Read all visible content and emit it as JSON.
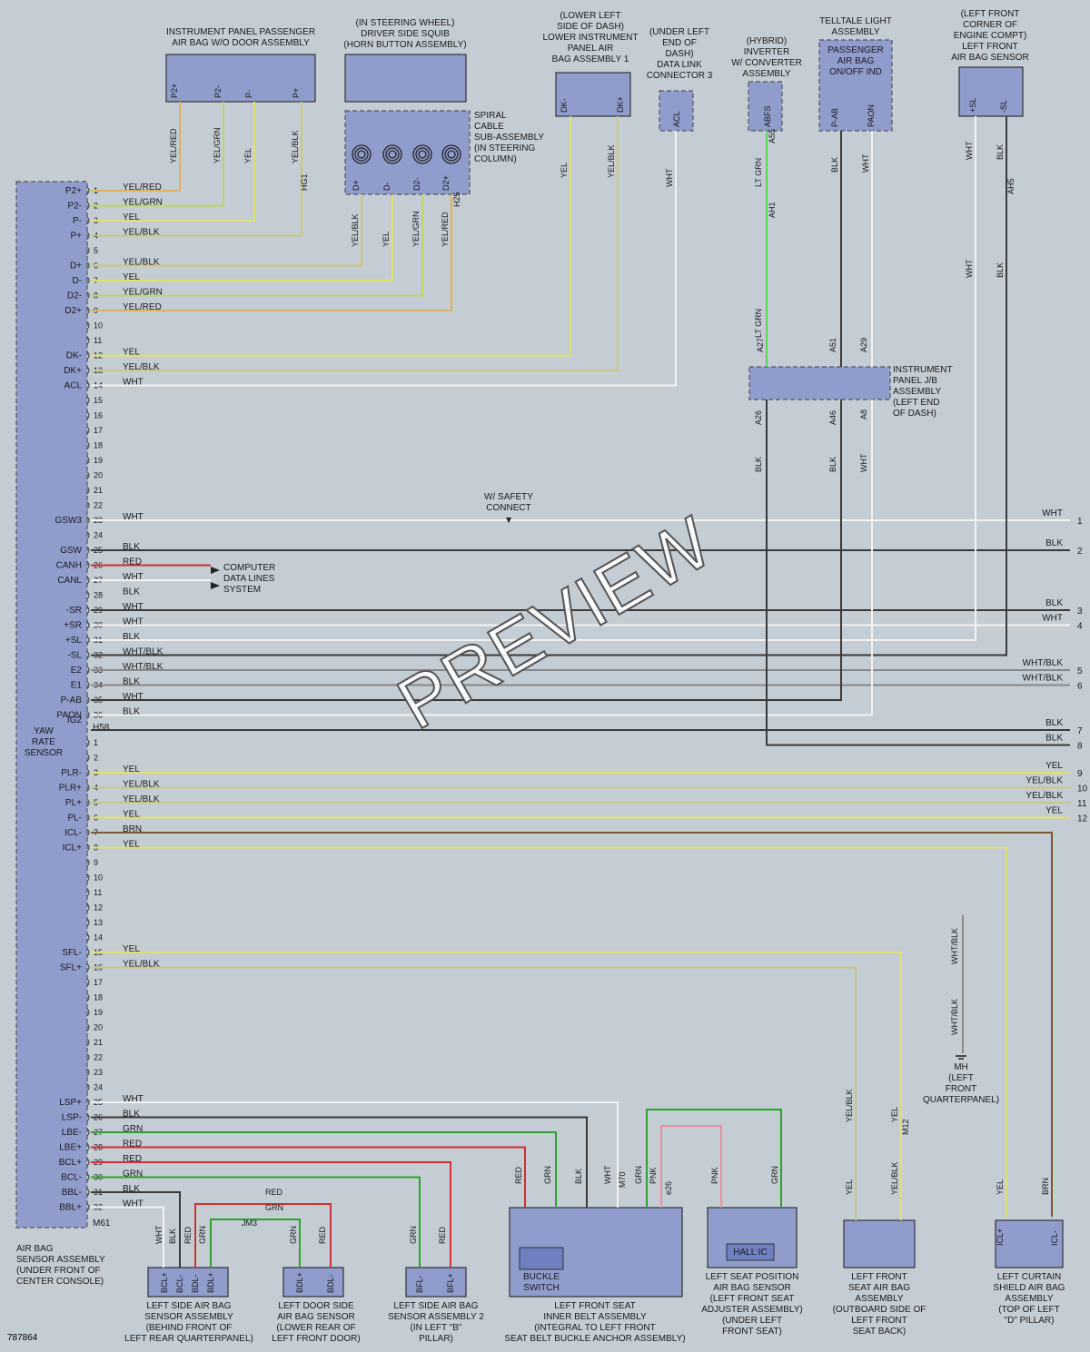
{
  "figure_id": "787864",
  "watermark": "PREVIEW",
  "colors": {
    "YEL": "#e0e070",
    "YEL/RED": "#e0b060",
    "YEL/GRN": "#b8d860",
    "YEL/BLK": "#c8c880",
    "WHT": "#f2f2f2",
    "BLK": "#3a3a3a",
    "RED": "#d03030",
    "GRN": "#30a030",
    "LT GRN": "#60d060",
    "BRN": "#7a5a30",
    "PNK": "#e890a0",
    "WHT/BLK": "#888888"
  },
  "components": {
    "passenger_door": "INSTRUMENT PANEL PASSENGER\nAIR BAG W/O DOOR ASSEMBLY",
    "steering_wheel": "(IN STEERING WHEEL)\nDRIVER SIDE SQUIB\n(HORN BUTTON ASSEMBLY)",
    "spiral": "SPIRAL\nCABLE\nSUB-ASSEMBLY\n(IN STEERING\nCOLUMN)",
    "lower_panel": "(LOWER LEFT\nSIDE OF DASH)\nLOWER INSTRUMENT\nPANEL AIR\nBAG ASSEMBLY 1",
    "dlc": "(UNDER LEFT\nEND OF\nDASH)\nDATA LINK\nCONNECTOR 3",
    "inverter": "(HYBRID)\nINVERTER\nW/ CONVERTER\nASSEMBLY",
    "telltale": "TELLTALE LIGHT\nASSEMBLY",
    "telltale_inner": "PASSENGER\nAIR BAG\nON/OFF IND",
    "front_sensor": "(LEFT FRONT\nCORNER OF\nENGINE COMPT)\nLEFT FRONT\nAIR BAG SENSOR",
    "jb": "INSTRUMENT\nPANEL J/B\nASSEMBLY\n(LEFT END\nOF DASH)",
    "airbag_sensor": "AIR BAG\nSENSOR ASSEMBLY\n(UNDER FRONT OF\nCENTER CONSOLE)",
    "yaw": "YAW\nRATE\nSENSOR",
    "safety_connect": "W/ SAFETY\nCONNECT",
    "computer": "COMPUTER\nDATA LINES\nSYSTEM",
    "ground": "MH\n(LEFT\nFRONT\nQUARTERPANEL)",
    "side_rear": "LEFT SIDE AIR BAG\nSENSOR ASSEMBLY\n(BEHIND FRONT OF\nLEFT REAR QUARTERPANEL)",
    "door_sensor": "LEFT DOOR SIDE\nAIR BAG SENSOR\n(LOWER REAR OF\nLEFT FRONT DOOR)",
    "side2": "LEFT SIDE AIR BAG\nSENSOR ASSEMBLY 2\n(IN LEFT \"B\"\nPILLAR)",
    "belt": "LEFT FRONT SEAT\nINNER BELT ASSEMBLY\n(INTEGRAL TO LEFT FRONT\nSEAT BELT BUCKLE ANCHOR ASSEMBLY)",
    "buckle": "BUCKLE\nSWITCH",
    "seat_pos": "LEFT SEAT POSITION\nAIR BAG SENSOR\n(LEFT FRONT SEAT\nADJUSTER ASSEMBLY)\n(UNDER LEFT\nFRONT SEAT)",
    "hall": "HALL IC",
    "seat_airbag": "LEFT FRONT\nSEAT AIR BAG\nASSEMBLY\n(OUTBOARD SIDE OF\nLEFT FRONT\nSEAT BACK)",
    "curtain": "LEFT CURTAIN\nSHIELD AIR BAG\nASSEMBLY\n(TOP OF LEFT\n\"D\" PILLAR)"
  },
  "connector_ids": [
    "H58",
    "M61",
    "HG1",
    "H25",
    "A55",
    "AH1",
    "AH5",
    "M70",
    "e26",
    "M12",
    "JM3",
    "A27",
    "A51",
    "A29",
    "A26",
    "A46",
    "A8"
  ],
  "block1_rows": [
    {
      "pin": "1",
      "sig": "P2+",
      "wire": "YEL/RED"
    },
    {
      "pin": "2",
      "sig": "P2-",
      "wire": "YEL/GRN"
    },
    {
      "pin": "3",
      "sig": "P-",
      "wire": "YEL"
    },
    {
      "pin": "4",
      "sig": "P+",
      "wire": "YEL/BLK"
    },
    {
      "pin": "5",
      "sig": "",
      "wire": ""
    },
    {
      "pin": "6",
      "sig": "D+",
      "wire": "YEL/BLK"
    },
    {
      "pin": "7",
      "sig": "D-",
      "wire": "YEL"
    },
    {
      "pin": "8",
      "sig": "D2-",
      "wire": "YEL/GRN"
    },
    {
      "pin": "9",
      "sig": "D2+",
      "wire": "YEL/RED"
    },
    {
      "pin": "10",
      "sig": "",
      "wire": ""
    },
    {
      "pin": "11",
      "sig": "",
      "wire": ""
    },
    {
      "pin": "12",
      "sig": "DK-",
      "wire": "YEL"
    },
    {
      "pin": "13",
      "sig": "DK+",
      "wire": "YEL/BLK"
    },
    {
      "pin": "14",
      "sig": "ACL",
      "wire": "WHT"
    },
    {
      "pin": "15",
      "sig": "",
      "wire": ""
    },
    {
      "pin": "16",
      "sig": "",
      "wire": ""
    },
    {
      "pin": "17",
      "sig": "",
      "wire": ""
    },
    {
      "pin": "18",
      "sig": "",
      "wire": ""
    },
    {
      "pin": "19",
      "sig": "",
      "wire": ""
    },
    {
      "pin": "20",
      "sig": "",
      "wire": ""
    },
    {
      "pin": "21",
      "sig": "",
      "wire": ""
    },
    {
      "pin": "22",
      "sig": "",
      "wire": ""
    },
    {
      "pin": "23",
      "sig": "GSW3",
      "wire": "WHT"
    },
    {
      "pin": "24",
      "sig": "",
      "wire": ""
    },
    {
      "pin": "25",
      "sig": "GSW",
      "wire": "BLK"
    },
    {
      "pin": "26",
      "sig": "CANH",
      "wire": "RED"
    },
    {
      "pin": "27",
      "sig": "CANL",
      "wire": "WHT"
    },
    {
      "pin": "28",
      "sig": "",
      "wire": "BLK"
    },
    {
      "pin": "29",
      "sig": "-SR",
      "wire": "WHT"
    },
    {
      "pin": "30",
      "sig": "+SR",
      "wire": "WHT"
    },
    {
      "pin": "31",
      "sig": "+SL",
      "wire": "BLK"
    },
    {
      "pin": "32",
      "sig": "-SL",
      "wire": "WHT/BLK"
    },
    {
      "pin": "33",
      "sig": "E2",
      "wire": "WHT/BLK"
    },
    {
      "pin": "34",
      "sig": "E1",
      "wire": "BLK"
    },
    {
      "pin": "35",
      "sig": "P-AB",
      "wire": "WHT"
    },
    {
      "pin": "36",
      "sig": "PAON",
      "wire": "BLK"
    }
  ],
  "block1_extra_sig": "IG2",
  "block2_rows": [
    {
      "pin": "1",
      "sig": "",
      "wire": ""
    },
    {
      "pin": "2",
      "sig": "",
      "wire": ""
    },
    {
      "pin": "3",
      "sig": "PLR-",
      "wire": "YEL"
    },
    {
      "pin": "4",
      "sig": "PLR+",
      "wire": "YEL/BLK"
    },
    {
      "pin": "5",
      "sig": "PL+",
      "wire": "YEL/BLK"
    },
    {
      "pin": "6",
      "sig": "PL-",
      "wire": "YEL"
    },
    {
      "pin": "7",
      "sig": "ICL-",
      "wire": "BRN"
    },
    {
      "pin": "8",
      "sig": "ICL+",
      "wire": "YEL"
    },
    {
      "pin": "9",
      "sig": "",
      "wire": ""
    },
    {
      "pin": "10",
      "sig": "",
      "wire": ""
    },
    {
      "pin": "11",
      "sig": "",
      "wire": ""
    },
    {
      "pin": "12",
      "sig": "",
      "wire": ""
    },
    {
      "pin": "13",
      "sig": "",
      "wire": ""
    },
    {
      "pin": "14",
      "sig": "",
      "wire": ""
    },
    {
      "pin": "15",
      "sig": "SFL-",
      "wire": "YEL"
    },
    {
      "pin": "16",
      "sig": "SFL+",
      "wire": "YEL/BLK"
    },
    {
      "pin": "17",
      "sig": "",
      "wire": ""
    },
    {
      "pin": "18",
      "sig": "",
      "wire": ""
    },
    {
      "pin": "19",
      "sig": "",
      "wire": ""
    },
    {
      "pin": "20",
      "sig": "",
      "wire": ""
    },
    {
      "pin": "21",
      "sig": "",
      "wire": ""
    },
    {
      "pin": "22",
      "sig": "",
      "wire": ""
    },
    {
      "pin": "23",
      "sig": "",
      "wire": ""
    },
    {
      "pin": "24",
      "sig": "",
      "wire": ""
    },
    {
      "pin": "25",
      "sig": "LSP+",
      "wire": "WHT"
    },
    {
      "pin": "26",
      "sig": "LSP-",
      "wire": "BLK"
    },
    {
      "pin": "27",
      "sig": "LBE-",
      "wire": "GRN"
    },
    {
      "pin": "28",
      "sig": "LBE+",
      "wire": "RED"
    },
    {
      "pin": "29",
      "sig": "BCL+",
      "wire": "RED"
    },
    {
      "pin": "30",
      "sig": "BCL-",
      "wire": "GRN"
    },
    {
      "pin": "31",
      "sig": "BBL-",
      "wire": "BLK"
    },
    {
      "pin": "32",
      "sig": "BBL+",
      "wire": "WHT"
    }
  ],
  "right_refs": [
    {
      "num": "1",
      "wire": "WHT"
    },
    {
      "num": "2",
      "wire": "BLK"
    },
    {
      "num": "3",
      "wire": "BLK"
    },
    {
      "num": "4",
      "wire": "WHT"
    },
    {
      "num": "5",
      "wire": "WHT/BLK"
    },
    {
      "num": "6",
      "wire": "WHT/BLK"
    },
    {
      "num": "7",
      "wire": "BLK"
    },
    {
      "num": "8",
      "wire": "BLK"
    },
    {
      "num": "9",
      "wire": "YEL"
    },
    {
      "num": "10",
      "wire": "YEL/BLK"
    },
    {
      "num": "11",
      "wire": "YEL/BLK"
    },
    {
      "num": "12",
      "wire": "YEL"
    }
  ],
  "pin_labels": {
    "pass": [
      "P2+",
      "P2-",
      "P-",
      "P+"
    ],
    "steer": [
      "D+",
      "D-",
      "D2-",
      "D2+"
    ],
    "dk": [
      "DK-",
      "DK+"
    ],
    "acl": "ACL",
    "abfs": "ABFS",
    "telltale": [
      "P-AB",
      "PAON"
    ],
    "fsensor": [
      "+SL",
      "-SL"
    ],
    "bclr": [
      "BCL+",
      "BCL-",
      "BDL-",
      "BDL+"
    ],
    "bdl": [
      "BDL+",
      "BDL-"
    ],
    "bfl": [
      "BFL-",
      "BFL+"
    ],
    "icl": [
      "ICL+",
      "ICL-"
    ]
  },
  "wire_tags": {
    "pass": [
      "YEL/RED",
      "YEL/GRN",
      "YEL",
      "YEL/BLK"
    ],
    "steer": [
      "YEL/BLK",
      "YEL",
      "YEL/GRN",
      "YEL/RED"
    ],
    "dk": [
      "YEL",
      "YEL/BLK"
    ],
    "acl": "WHT",
    "abfs": [
      "LT GRN",
      "LT GRN"
    ],
    "telltale": [
      "BLK",
      "WHT"
    ],
    "fsensor": [
      "WHT",
      "BLK",
      "WHT",
      "BLK"
    ],
    "jb": [
      "BLK",
      "BLK",
      "WHT"
    ],
    "ground": [
      "WHT/BLK",
      "WHT/BLK"
    ],
    "side_rear": [
      "WHT",
      "BLK",
      "RED",
      "GRN"
    ],
    "jm3": [
      "RED",
      "GRN"
    ],
    "door": [
      "GRN",
      "RED"
    ],
    "side2": [
      "GRN",
      "RED"
    ],
    "belt": [
      "RED",
      "GRN",
      "BLK",
      "WHT",
      "GRN",
      "PNK"
    ],
    "seat_pos": [
      "PNK",
      "GRN"
    ],
    "seat_airbag": [
      "YEL/BLK",
      "YEL",
      "YEL",
      "YEL/BLK"
    ],
    "curtain": [
      "YEL",
      "BRN"
    ]
  }
}
